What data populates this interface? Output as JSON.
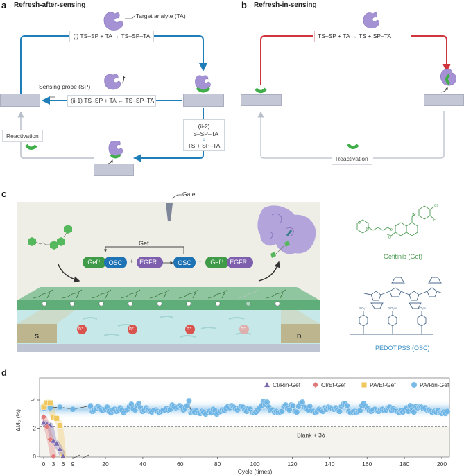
{
  "panel_a": {
    "letter": "a",
    "title": "Refresh-after-sensing",
    "target_label": "Target analyte (TA)",
    "probe_label": "Sensing probe (SP)",
    "eq_i": "(i) TS–SP + TA → TS–SP–TA",
    "eq_ii1": "(ii-1) TS–SP + TA ← TS–SP–TA",
    "eq_ii2_line1": "(ii-2)",
    "eq_ii2_line2": "TS–SP–TA",
    "eq_ii2_line3": "TS + SP–TA",
    "reactivation": "Reactivation",
    "arrow_color": "#1f7db8"
  },
  "panel_b": {
    "letter": "b",
    "title": "Refresh-in-sensing",
    "eq": "TS–SP + TA → TS + SP–TA",
    "reactivation": "Reactivation",
    "arrow_color": "#d0343c"
  },
  "panel_c": {
    "letter": "c",
    "gate_label": "Gate",
    "gef_label": "Gef",
    "pills": [
      "Gef⁺",
      "OSC",
      "EGFR⁻",
      "OSC",
      "Gef⁺",
      "EGFR⁻"
    ],
    "plus": "+",
    "source_label": "S",
    "drain_label": "D",
    "hole_label": "h⁺",
    "gefitinib_caption": "Gefitinib (Gef)",
    "pedot_caption": "PEDOT:PSS (OSC)",
    "colors": {
      "gef": "#3f9b48",
      "osc": "#1e73b5",
      "egfr": "#7d5fae",
      "gefitinib": "#4a9a52",
      "pedot": "#3a8fc5"
    }
  },
  "panel_d": {
    "letter": "d"
  },
  "chart_data": {
    "type": "scatter",
    "title": "",
    "xlabel": "Cycle (times)",
    "ylabel": "ΔI/I₀ (%)",
    "ylim": [
      0,
      -5.5
    ],
    "y_ticks": [
      "-4",
      "-2",
      "0"
    ],
    "x_ticks_early": [
      "0",
      "3",
      "6",
      "9"
    ],
    "x_ticks_main": [
      "20",
      "40",
      "60",
      "80",
      "100",
      "120",
      "140",
      "160",
      "180",
      "200"
    ],
    "axis_break": "between 9 and ~12",
    "threshold": {
      "label": "Blank + 3δ",
      "value": -2.1
    },
    "legend_placement": "top-right",
    "series": [
      {
        "name": "CI/Rin-Gef",
        "marker": "triangle",
        "color": "#7b6aae",
        "x": [
          0,
          1,
          2,
          3,
          4,
          5,
          6
        ],
        "y": [
          -2.4,
          -2.3,
          -2.2,
          -1.1,
          -0.9,
          -0.5,
          0
        ]
      },
      {
        "name": "CI/Et-Gef",
        "marker": "diamond",
        "color": "#e07a7a",
        "x": [
          0,
          1,
          2,
          3
        ],
        "y": [
          -2.8,
          -2.1,
          -1.2,
          0
        ]
      },
      {
        "name": "PA/Et-Gef",
        "marker": "square",
        "color": "#f0c860",
        "x": [
          0,
          1,
          2,
          3,
          4,
          5,
          6
        ],
        "y": [
          -3.5,
          -3.8,
          -3.8,
          -2.8,
          -2.7,
          -2.2,
          0
        ]
      },
      {
        "name": "PA/Rin-Gef",
        "marker": "circle",
        "color": "#6cb4e4",
        "x_range": [
          0,
          203
        ],
        "y_mean": -3.35,
        "y_range": [
          -2.9,
          -3.95
        ],
        "y": [
          -3.4,
          -3.45,
          -3.5,
          -3.35,
          -3.6,
          -3.5,
          -3.55,
          -3.2,
          -3.3,
          -3.4,
          -3.55,
          -3.45,
          -3.3,
          -3.25,
          -3.35,
          -3.5,
          -3.2,
          -3.1,
          -3.3,
          -3.35,
          -3.2,
          -3.3,
          -3.45,
          -3.3,
          -3.1,
          -3.25,
          -3.35,
          -3.55,
          -3.7,
          -3.4,
          -3.3,
          -3.6,
          -3.75,
          -3.45,
          -3.2,
          -3.3,
          -3.45,
          -3.3,
          -3.2,
          -3.15,
          -3.25,
          -3.3,
          -3.2,
          -3.1,
          -3.2,
          -3.25,
          -3.3,
          -3.4,
          -3.3,
          -3.35,
          -3.65,
          -3.55,
          -3.45,
          -3.5,
          -3.6,
          -3.5,
          -3.3,
          -3.45,
          -3.6,
          -3.95,
          -3.1,
          -3.2,
          -3.15,
          -3.25,
          -3.1,
          -3.05,
          -3.2,
          -3.15,
          -3.0,
          -3.1,
          -3.2,
          -3.1,
          -3.35,
          -3.25,
          -3.0,
          -3.1,
          -3.2,
          -3.3,
          -3.25,
          -3.4,
          -3.55,
          -3.45,
          -3.6,
          -3.5,
          -3.4,
          -3.3,
          -3.45,
          -3.55,
          -3.5,
          -3.3,
          -3.2,
          -3.4,
          -3.35,
          -3.15,
          -3.1,
          -3.15,
          -3.3,
          -3.45,
          -3.6,
          -3.9,
          -3.7,
          -3.85,
          -3.5,
          -3.25,
          -3.3,
          -3.15,
          -3.2,
          -3.1,
          -3.15,
          -3.2,
          -3.55,
          -3.65,
          -3.4,
          -3.3,
          -3.65,
          -3.6,
          -3.2,
          -3.15,
          -3.55,
          -3.75,
          -3.85,
          -3.5,
          -3.4,
          -3.3,
          -3.55,
          -3.25,
          -3.2,
          -3.1,
          -3.2,
          -3.35,
          -3.3,
          -3.2,
          -3.45,
          -3.35,
          -3.5,
          -3.45,
          -3.4,
          -3.35,
          -3.45,
          -3.3,
          -3.2,
          -3.55,
          -3.7,
          -3.75,
          -3.6,
          -3.2,
          -3.1,
          -3.15,
          -3.2,
          -3.1,
          -3.2,
          -3.25,
          -3.6,
          -3.75,
          -3.55,
          -3.4,
          -3.25,
          -3.2,
          -3.3,
          -3.35,
          -3.25,
          -3.2,
          -3.3,
          -3.35,
          -3.25,
          -3.3,
          -3.45,
          -3.5,
          -3.25,
          -3.4,
          -3.3,
          -3.2,
          -3.1,
          -3.25,
          -3.15,
          -3.3,
          -3.45,
          -3.2,
          -3.6,
          -3.3,
          -3.15,
          -3.55,
          -3.45,
          -3.5,
          -3.5,
          -3.4,
          -3.45,
          -3.3,
          -3.3,
          -3.2,
          -3.1,
          -3.2,
          -3.15,
          -3.25,
          -3.1,
          -3.05,
          -3.15,
          -3.05,
          -3.2
        ]
      }
    ]
  }
}
